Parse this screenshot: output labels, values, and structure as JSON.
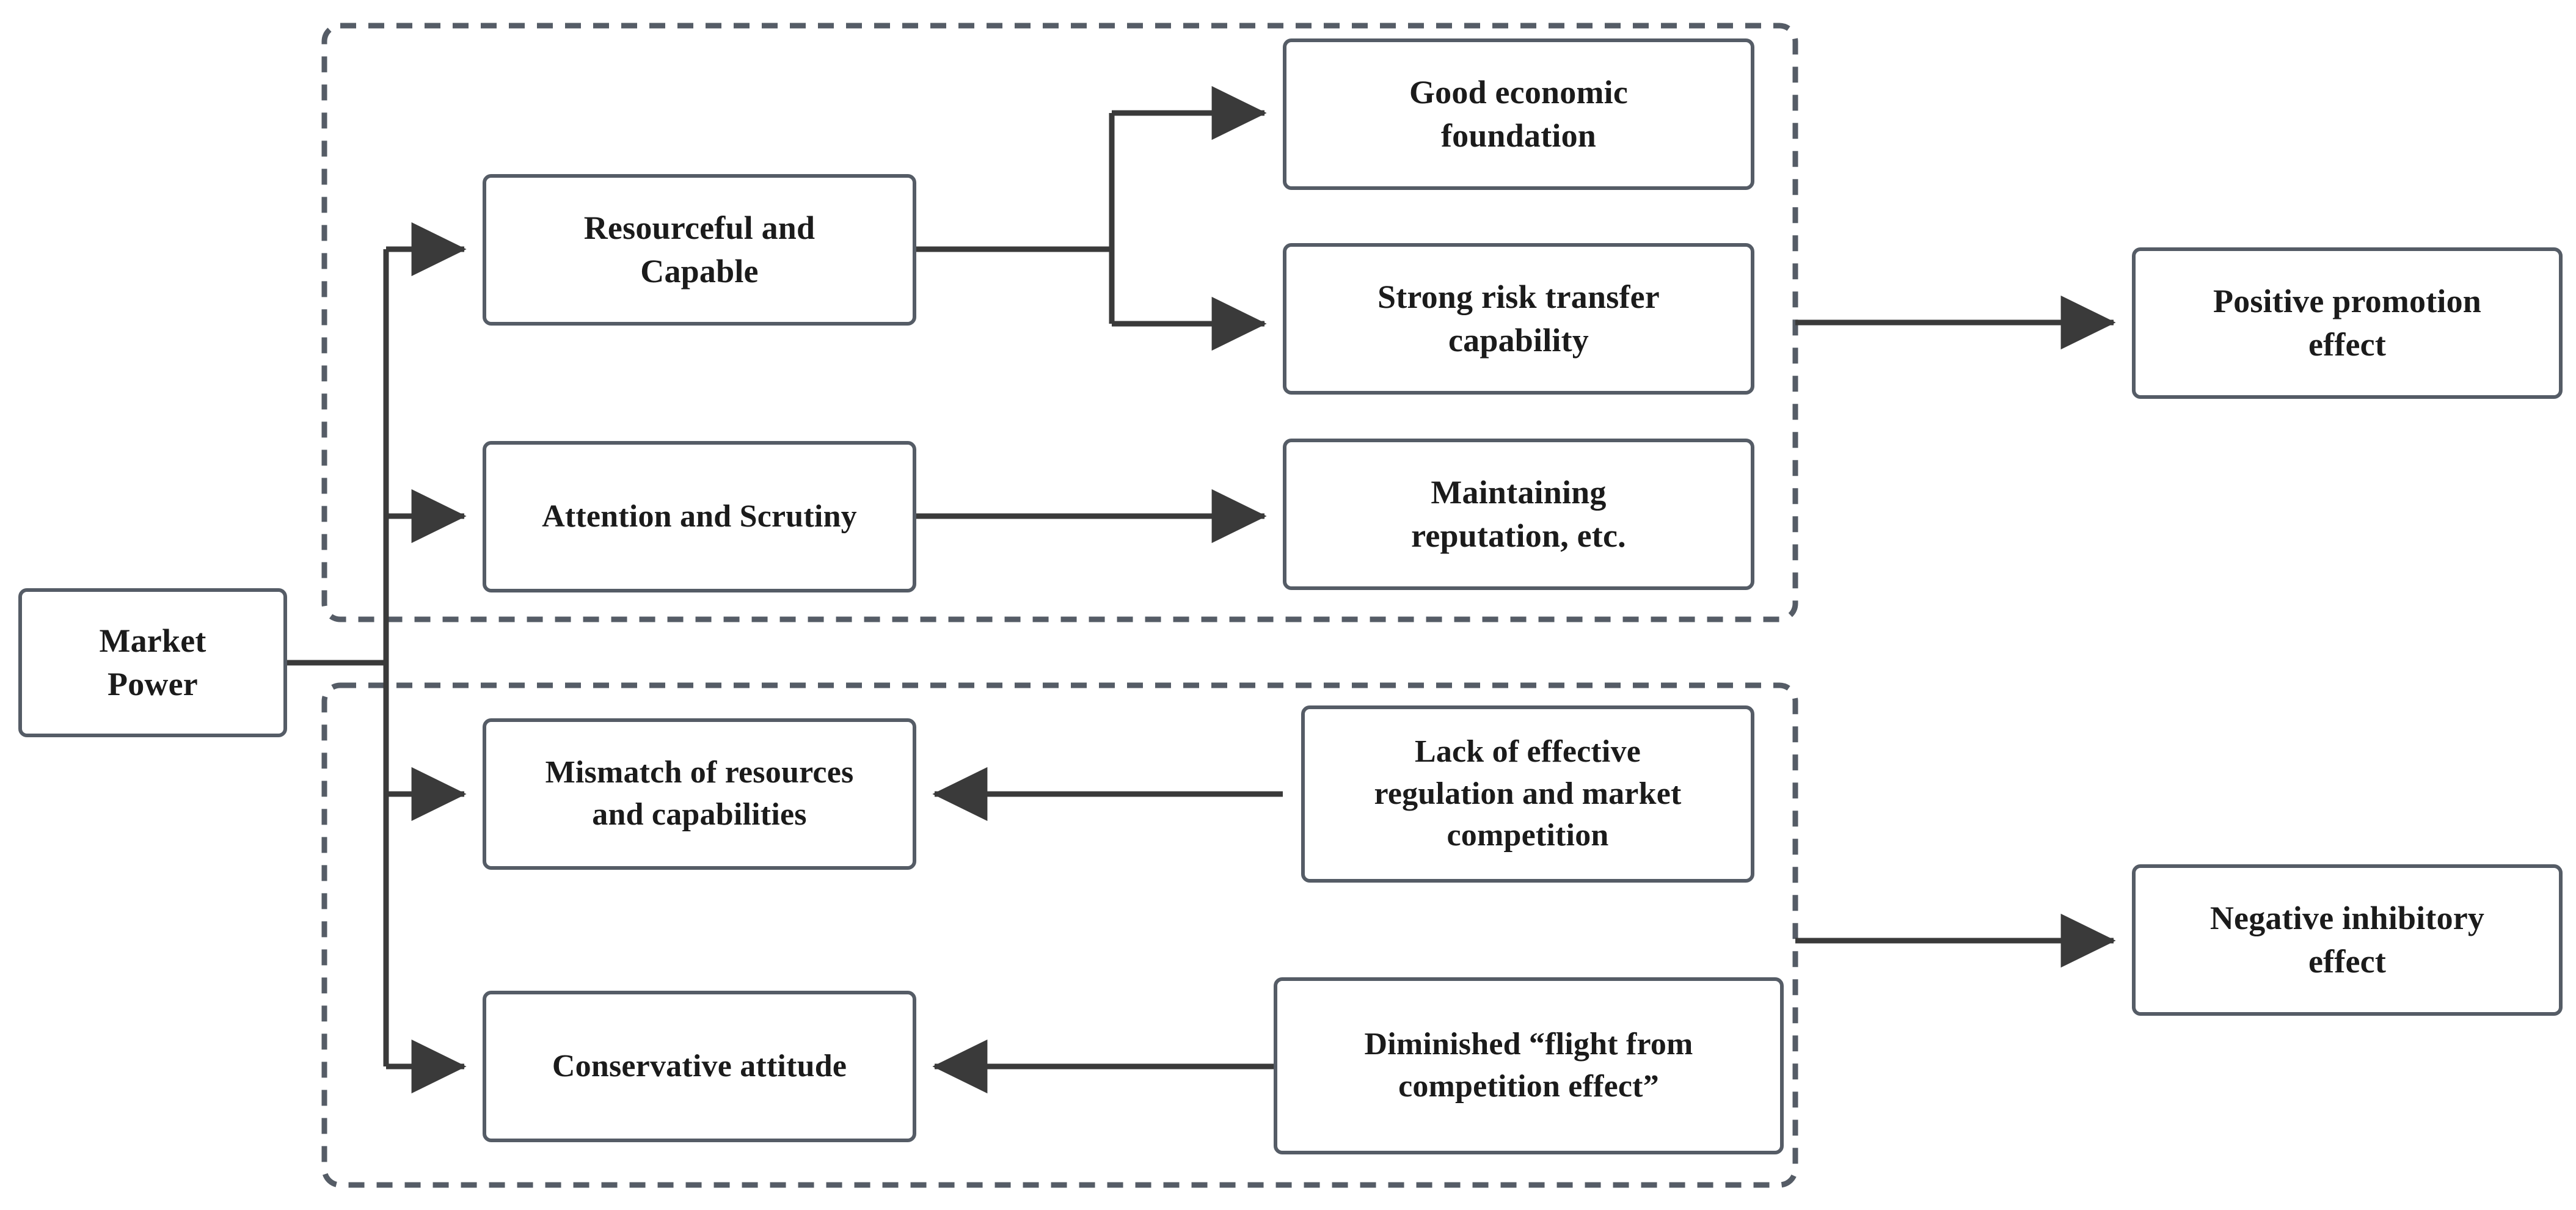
{
  "diagram": {
    "type": "flowchart",
    "title": "Market Power effects flowchart",
    "colors": {
      "box_border": "#555c66",
      "arrow": "#3a3a3a",
      "group_border": "#555c66",
      "text": "#1b1b1b",
      "background": "#ffffff"
    },
    "root": {
      "label": "Market\nPower"
    },
    "groups": [
      {
        "name": "positive-group",
        "style": "dashed"
      },
      {
        "name": "negative-group",
        "style": "dashed"
      }
    ],
    "nodes": {
      "resourceful": {
        "label": "Resourceful and\nCapable"
      },
      "attention": {
        "label": "Attention and Scrutiny"
      },
      "good_economic": {
        "label": "Good economic\nfoundation"
      },
      "strong_risk": {
        "label": "Strong risk transfer\ncapability"
      },
      "maintaining": {
        "label": "Maintaining\nreputation, etc."
      },
      "mismatch": {
        "label": "Mismatch of resources\nand capabilities"
      },
      "conservative": {
        "label": "Conservative attitude"
      },
      "lack_regulation": {
        "label": "Lack of effective\nregulation and market\ncompetition"
      },
      "diminished": {
        "label": "Diminished “flight from\ncompetition effect”"
      },
      "positive_effect": {
        "label": "Positive promotion\neffect"
      },
      "negative_effect": {
        "label": "Negative inhibitory\neffect"
      }
    },
    "edges": [
      {
        "name": "market-to-resourceful",
        "from": "Market Power",
        "to": "Resourceful and Capable",
        "direction": "right"
      },
      {
        "name": "market-to-attention",
        "from": "Market Power",
        "to": "Attention and Scrutiny",
        "direction": "right"
      },
      {
        "name": "market-to-mismatch",
        "from": "Market Power",
        "to": "Mismatch of resources and capabilities",
        "direction": "right"
      },
      {
        "name": "market-to-conservative",
        "from": "Market Power",
        "to": "Conservative attitude",
        "direction": "right"
      },
      {
        "name": "resourceful-to-good-economic",
        "from": "Resourceful and Capable",
        "to": "Good economic foundation",
        "direction": "right"
      },
      {
        "name": "resourceful-to-strong-risk",
        "from": "Resourceful and Capable",
        "to": "Strong risk transfer capability",
        "direction": "right"
      },
      {
        "name": "attention-to-maintaining",
        "from": "Attention and Scrutiny",
        "to": "Maintaining reputation, etc.",
        "direction": "right"
      },
      {
        "name": "lack-regulation-to-mismatch",
        "from": "Lack of effective regulation and market competition",
        "to": "Mismatch of resources and capabilities",
        "direction": "left"
      },
      {
        "name": "diminished-to-conservative",
        "from": "Diminished “flight from competition effect”",
        "to": "Conservative attitude",
        "direction": "left"
      },
      {
        "name": "positive-group-to-positive-effect",
        "from": "positive-group",
        "to": "Positive promotion effect",
        "direction": "right"
      },
      {
        "name": "negative-group-to-negative-effect",
        "from": "negative-group",
        "to": "Negative inhibitory effect",
        "direction": "right"
      }
    ]
  }
}
